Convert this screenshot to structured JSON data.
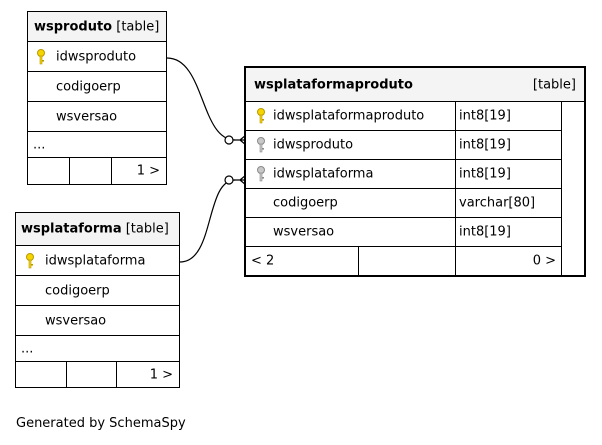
{
  "tables": {
    "wsproduto": {
      "name": "wsproduto",
      "kind": "[table]",
      "rows": [
        "idwsproduto",
        "codigoerp",
        "wsversao"
      ],
      "ellipsis": "...",
      "footer": "1 >"
    },
    "wsplataforma": {
      "name": "wsplataforma",
      "kind": "[table]",
      "rows": [
        "idwsplataforma",
        "codigoerp",
        "wsversao"
      ],
      "ellipsis": "...",
      "footer": "1 >"
    },
    "wsplataformaproduto": {
      "name": "wsplataformaproduto",
      "kind": "[table]",
      "columns": [
        {
          "name": "idwsplataformaproduto",
          "type": "int8[19]",
          "key": "primary"
        },
        {
          "name": "idwsproduto",
          "type": "int8[19]",
          "key": "foreign"
        },
        {
          "name": "idwsplataforma",
          "type": "int8[19]",
          "key": "foreign"
        },
        {
          "name": "codigoerp",
          "type": "varchar[80]",
          "key": "none"
        },
        {
          "name": "wsversao",
          "type": "int8[19]",
          "key": "none"
        }
      ],
      "footer_left": "< 2",
      "footer_right": "0 >"
    }
  },
  "icons": {
    "primary_key": "key-icon-gold",
    "foreign_key": "key-icon-gray"
  },
  "colors": {
    "primary_key": "#f5d400",
    "foreign_key": "#b0b0b0",
    "header_bg": "#f4f4f4"
  },
  "footer": "Generated by SchemaSpy"
}
